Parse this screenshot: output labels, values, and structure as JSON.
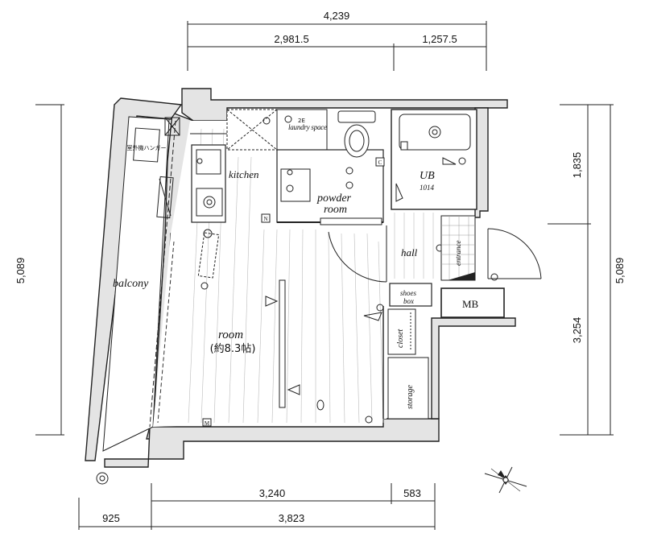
{
  "dimensions": {
    "top_total": "4,239",
    "top_left": "2,981.5",
    "top_right": "1,257.5",
    "left": "5,089",
    "right_total": "5,089",
    "right_upper": "1,835",
    "right_lower": "3,254",
    "bottom_left": "3,240",
    "bottom_right": "583",
    "bottom_total": "3,823",
    "balcony_width": "925"
  },
  "rooms": {
    "balcony": "balcony",
    "kitchen": "kitchen",
    "laundry": "laundry space",
    "powder_line1": "powder",
    "powder_line2": "room",
    "ub": "UB",
    "ub_size": "1014",
    "hall": "hall",
    "entrance": "entrance",
    "shoes_box_line1": "shoes",
    "shoes_box_line2": "box",
    "mb": "MB",
    "closet": "closet",
    "storage": "storage",
    "room": "room",
    "room_area": "(約8.3帖)",
    "laundry_mark": "2E",
    "balcony_unit": "室外機ハンガー"
  },
  "symbols": {
    "compass": "compass-rose",
    "floor_marker": "M",
    "door_marker": "C",
    "n_marker": "N"
  }
}
